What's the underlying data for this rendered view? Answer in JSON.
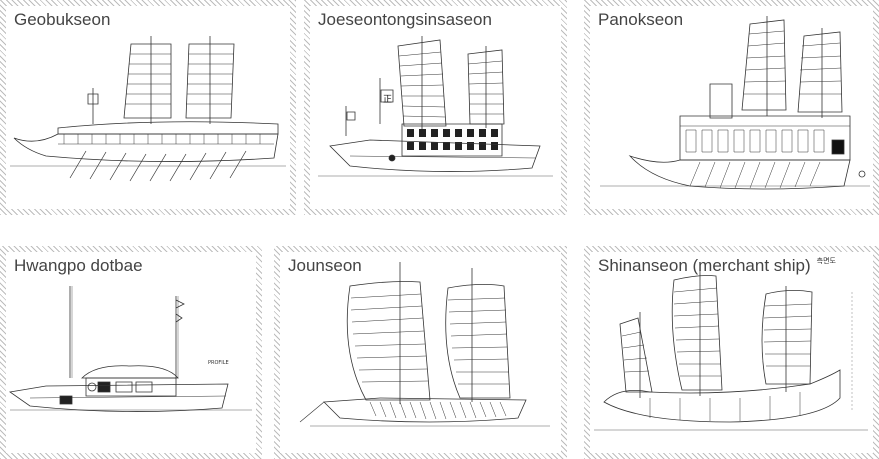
{
  "gallery": {
    "items": [
      {
        "title": "Geobukseon"
      },
      {
        "title": "Joeseontongsinsaseon",
        "flag_char": "正"
      },
      {
        "title": "Panokseon"
      },
      {
        "title": "Hwangpo dotbae"
      },
      {
        "title": "Jounseon"
      },
      {
        "title": "Shinanseon (merchant ship)",
        "tag": "측면도"
      }
    ]
  }
}
